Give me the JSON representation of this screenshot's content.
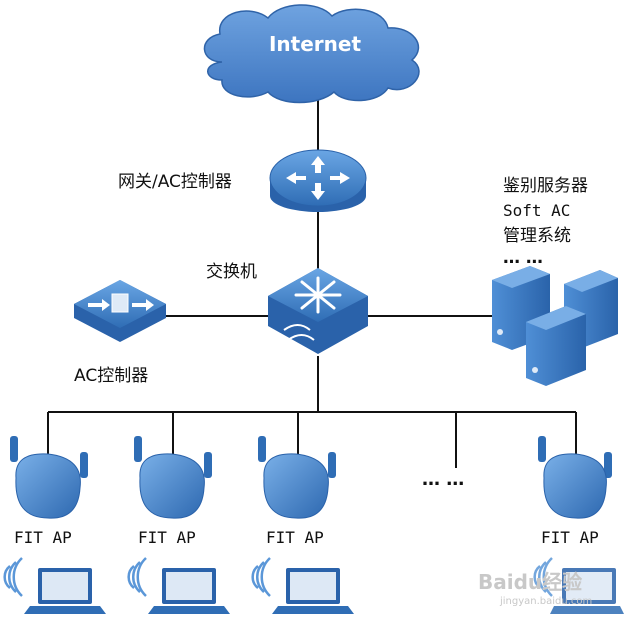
{
  "cloud": {
    "label": "Internet"
  },
  "gateway": {
    "label": "网关/AC控制器"
  },
  "switch": {
    "label": "交换机"
  },
  "ac_controller": {
    "label": "AC控制器"
  },
  "servers": {
    "lines": [
      "鉴别服务器",
      "Soft AC",
      "管理系统",
      "… …"
    ]
  },
  "aps": [
    {
      "label": "FIT AP"
    },
    {
      "label": "FIT AP"
    },
    {
      "label": "FIT AP"
    },
    {
      "label": "FIT AP"
    }
  ],
  "ellipsis": "… …",
  "watermark": {
    "brand": "Baidu经验",
    "url": "jingyan.baidu.com"
  },
  "colors": {
    "device": "#2f6db5",
    "device_light": "#5b97d8",
    "cloud": "#4a86cf",
    "line": "#111111"
  }
}
